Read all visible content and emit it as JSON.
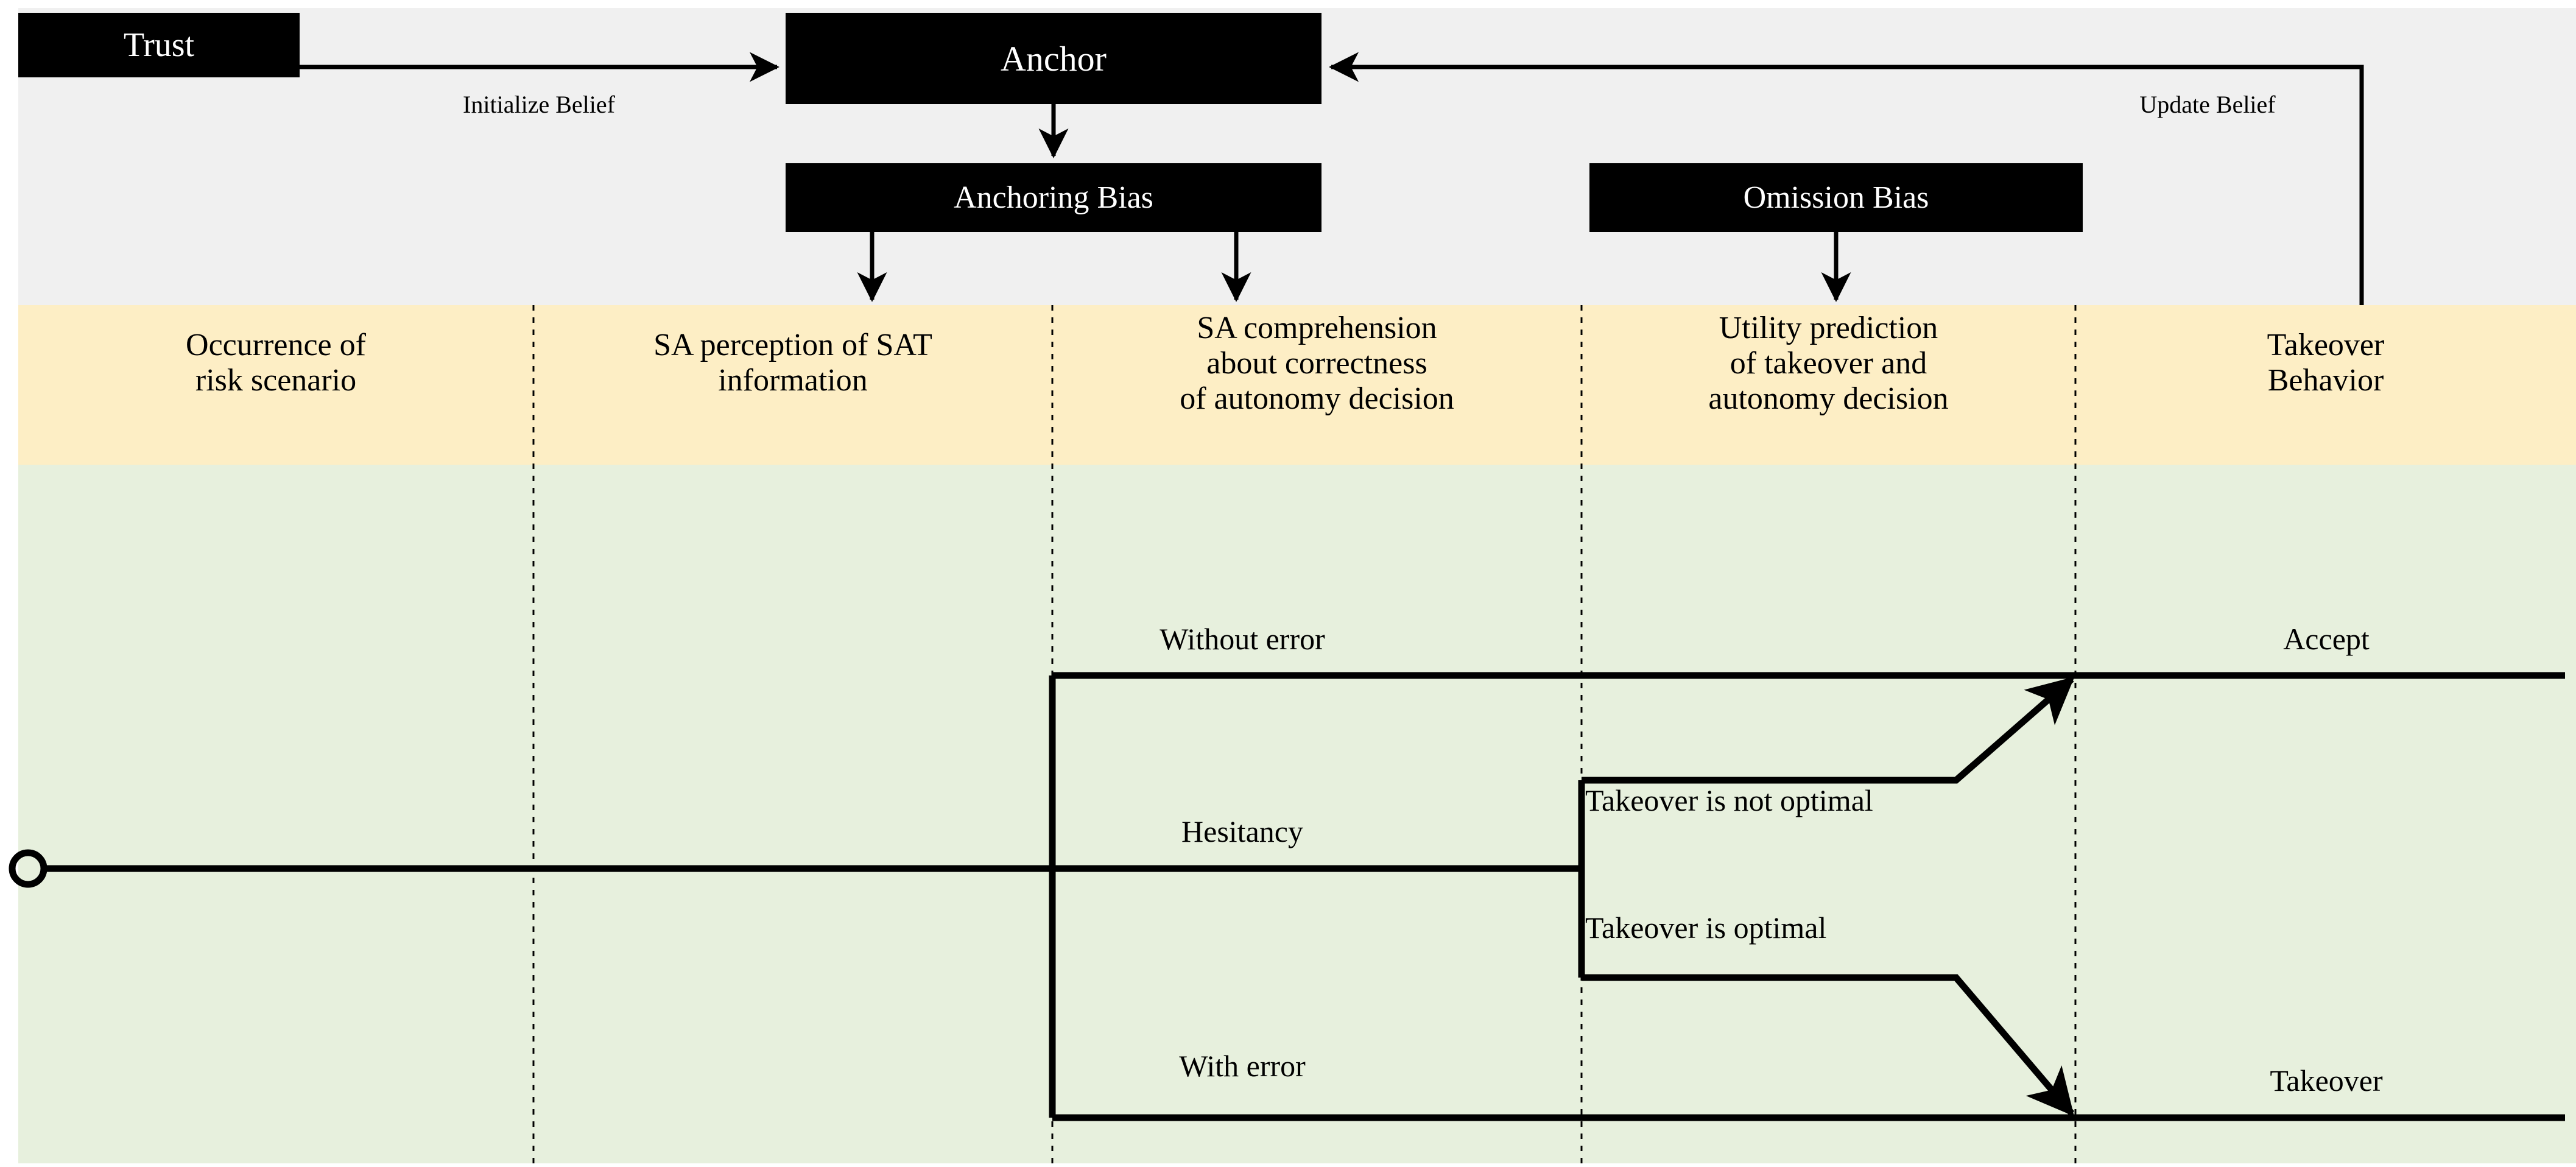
{
  "figure": {
    "title": "Cognitive bias model of takeover behavior decision tree",
    "type": "flow-decision-diagram"
  },
  "colors": {
    "band_gray": "#f0f0f0",
    "band_orange": "#fdeec5",
    "band_green": "#e7f0dd",
    "box_fill": "#000000",
    "box_text": "#ffffff",
    "line": "#000000",
    "divider": "#000000"
  },
  "top_layer": {
    "boxes": [
      {
        "id": "trust",
        "label": "Trust"
      },
      {
        "id": "anchor",
        "label": "Anchor"
      },
      {
        "id": "anchoring_bias",
        "label": "Anchoring Bias"
      },
      {
        "id": "omission_bias",
        "label": "Omission Bias"
      }
    ],
    "edge_labels": [
      {
        "id": "initialize_belief",
        "label": "Initialize Belief"
      },
      {
        "id": "update_belief",
        "label": "Update Belief"
      }
    ]
  },
  "stage_headers": [
    {
      "id": "stage-1",
      "label": "Occurrence of\nrisk scenario"
    },
    {
      "id": "stage-2",
      "label": "SA perception of SAT\ninformation"
    },
    {
      "id": "stage-3",
      "label": "SA comprehension\nabout correctness\nof autonomy decision"
    },
    {
      "id": "stage-4",
      "label": "Utility prediction\nof takeover and\nautonomy decision"
    },
    {
      "id": "stage-5",
      "label": "Takeover\nBehavior"
    }
  ],
  "tree": {
    "root_node_label": "",
    "branch_labels": [
      {
        "id": "without-error",
        "label": "Without error"
      },
      {
        "id": "hesitancy",
        "label": "Hesitancy"
      },
      {
        "id": "with-error",
        "label": "With error"
      },
      {
        "id": "takeover-not-optimal",
        "label": "Takeover is not optimal"
      },
      {
        "id": "takeover-optimal",
        "label": "Takeover is optimal"
      }
    ],
    "outcomes": [
      {
        "id": "accept",
        "label": "Accept"
      },
      {
        "id": "takeover",
        "label": "Takeover"
      }
    ]
  }
}
